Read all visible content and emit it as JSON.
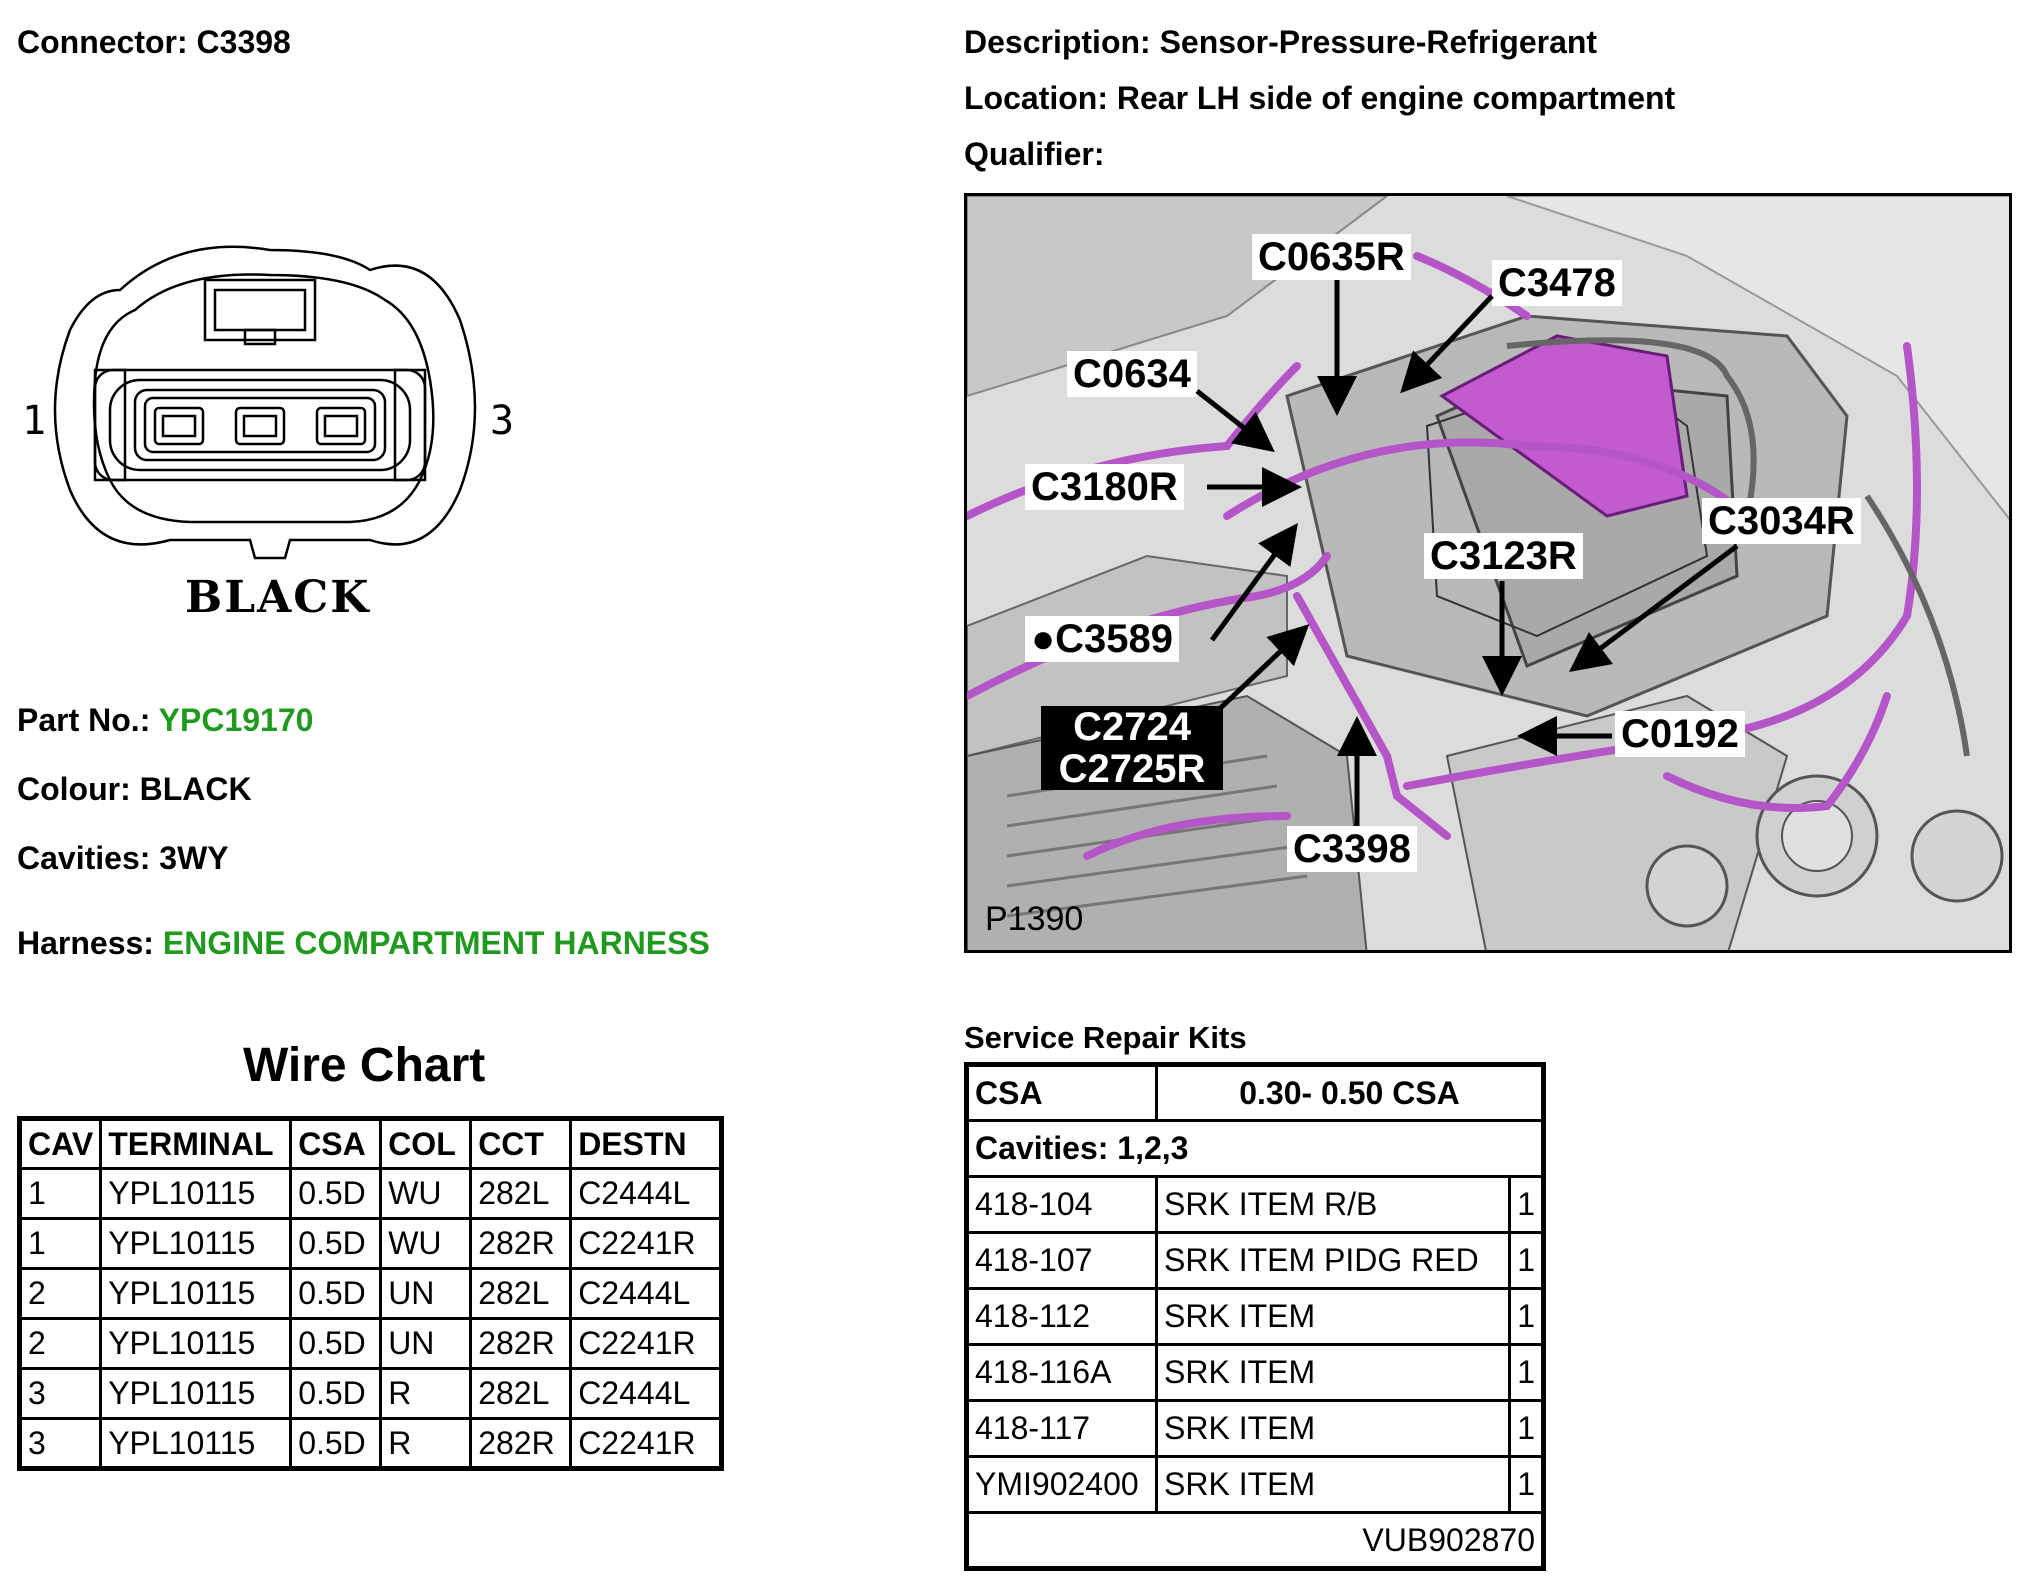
{
  "header": {
    "connector_label": "Connector:",
    "connector_value": "C3398",
    "description_label": "Description:",
    "description_value": "Sensor-Pressure-Refrigerant",
    "location_label": "Location:",
    "location_value": "Rear LH side of engine compartment",
    "qualifier_label": "Qualifier:",
    "qualifier_value": ""
  },
  "connector_drawing": {
    "pin_left": "1",
    "pin_right": "3",
    "colour_text": "BLACK"
  },
  "details": {
    "part_label": "Part No.:",
    "part_value": "YPC19170",
    "colour_label": "Colour:",
    "colour_value": "BLACK",
    "cavities_label": "Cavities:",
    "cavities_value": "3WY",
    "harness_label": "Harness:",
    "harness_value": "ENGINE COMPARTMENT HARNESS",
    "link_color": "#1f9a1f"
  },
  "wire_chart": {
    "title": "Wire Chart",
    "columns": [
      "CAV",
      "TERMINAL",
      "CSA",
      "COL",
      "CCT",
      "DESTN"
    ],
    "rows": [
      [
        "1",
        "YPL10115",
        "0.5D",
        "WU",
        "282L",
        "C2444L"
      ],
      [
        "1",
        "YPL10115",
        "0.5D",
        "WU",
        "282R",
        "C2241R"
      ],
      [
        "2",
        "YPL10115",
        "0.5D",
        "UN",
        "282L",
        "C2444L"
      ],
      [
        "2",
        "YPL10115",
        "0.5D",
        "UN",
        "282R",
        "C2241R"
      ],
      [
        "3",
        "YPL10115",
        "0.5D",
        "R",
        "282L",
        "C2444L"
      ],
      [
        "3",
        "YPL10115",
        "0.5D",
        "R",
        "282R",
        "C2241R"
      ]
    ]
  },
  "photo": {
    "figure_id": "P1390",
    "callouts": [
      "C0635R",
      "C3478",
      "C0634",
      "C3180R",
      "C3034R",
      "C3123R",
      "C3589",
      "C2724",
      "C2725R",
      "C0192",
      "C3398"
    ],
    "harness_color": "#b455c8"
  },
  "service_kits": {
    "title": "Service Repair Kits",
    "csa_label": "CSA",
    "csa_value": "0.30- 0.50 CSA",
    "cavities": "Cavities: 1,2,3",
    "rows": [
      [
        "418-104",
        "SRK ITEM R/B",
        "1"
      ],
      [
        "418-107",
        "SRK ITEM PIDG RED",
        "1"
      ],
      [
        "418-112",
        "SRK ITEM",
        "1"
      ],
      [
        "418-116A",
        "SRK ITEM",
        "1"
      ],
      [
        "418-117",
        "SRK ITEM",
        "1"
      ],
      [
        "YMI902400",
        "SRK ITEM",
        "1"
      ]
    ],
    "footer": "VUB902870"
  }
}
